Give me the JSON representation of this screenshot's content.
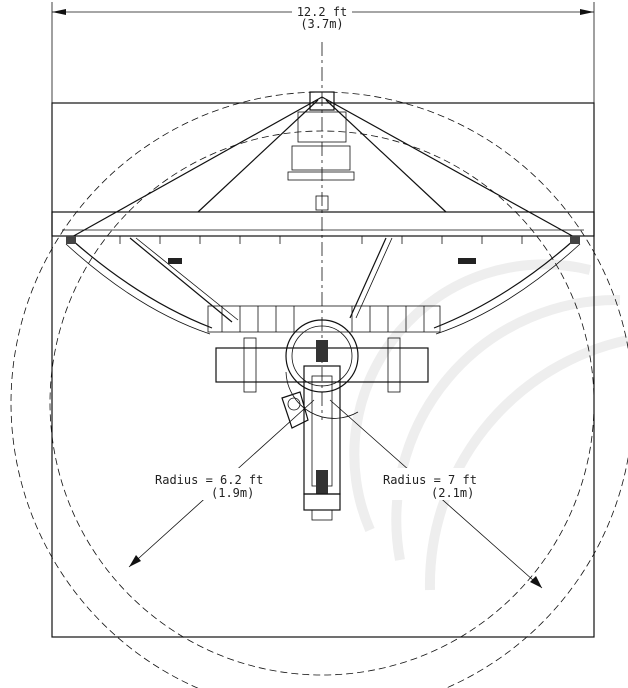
{
  "dimensions": {
    "width_label": "12.2 ft",
    "width_label_metric": "(3.7m)",
    "radius_small_label": "Radius = 6.2 ft",
    "radius_small_metric": "(1.9m)",
    "radius_large_label": "Radius = 7 ft",
    "radius_large_metric": "(2.1m)"
  }
}
